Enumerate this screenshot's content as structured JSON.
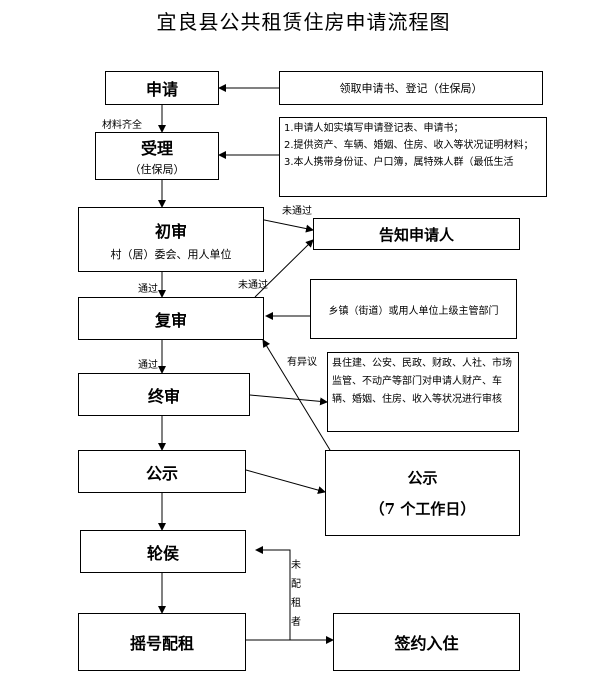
{
  "title": "宜良县公共租赁住房申请流程图",
  "steps": {
    "apply": "申请",
    "accept": "受理",
    "accept_sub": "（住保局）",
    "first_review": "初审",
    "first_review_sub": "村（居）委会、用人单位",
    "second_review": "复审",
    "final_review": "终审",
    "publicize": "公示",
    "waiting": "轮侯",
    "lottery": "摇号配租",
    "sign": "签约入住"
  },
  "side_boxes": {
    "get_form": "领取申请书、登记（住保局）",
    "accept_notes": [
      "1.申请人如实填写申请登记表、申请书；",
      "2.提供资产、车辆、婚姻、住房、收入等状况证明材料；",
      "3.本人携带身份证、户口簿，属特殊人群（最低生活"
    ],
    "notify": "告知申请人",
    "township": "乡镇（街道）或用人单位上级主管部门",
    "county_depts": "县住建、公安、民政、财政、人社、市场监管、不动产等部门对申请人财产、车辆、婚姻、住房、收入等状况进行审核",
    "publicize_title": "公示",
    "publicize_days": "（7 个工作日）"
  },
  "labels": {
    "materials_complete": "材料齐全",
    "not_passed_1": "未通过",
    "not_passed_2": "未通过",
    "passed_1": "通过",
    "passed_2": "通过",
    "objection": "有异议",
    "not_allocated": "未\n配\n租\n者"
  }
}
